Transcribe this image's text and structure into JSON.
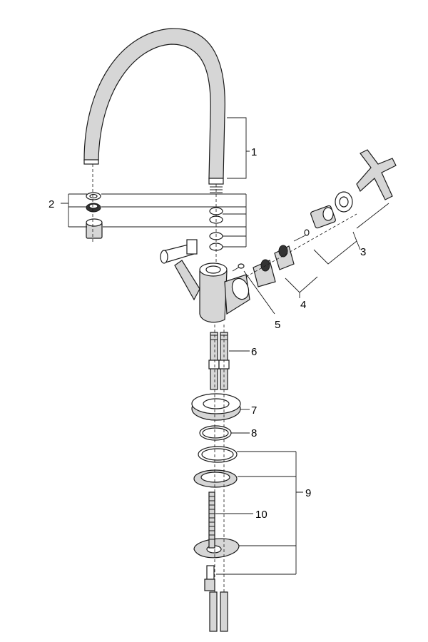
{
  "callouts": [
    {
      "id": "1",
      "text": "1"
    },
    {
      "id": "2",
      "text": "2"
    },
    {
      "id": "3",
      "text": "3"
    },
    {
      "id": "4",
      "text": "4"
    },
    {
      "id": "5",
      "text": "5"
    },
    {
      "id": "6",
      "text": "6"
    },
    {
      "id": "7",
      "text": "7"
    },
    {
      "id": "8",
      "text": "8"
    },
    {
      "id": "9",
      "text": "9"
    },
    {
      "id": "10",
      "text": "10"
    }
  ],
  "colors": {
    "line": "#1a1a1a",
    "shade": "#d6d6d6",
    "background": "#ffffff"
  }
}
